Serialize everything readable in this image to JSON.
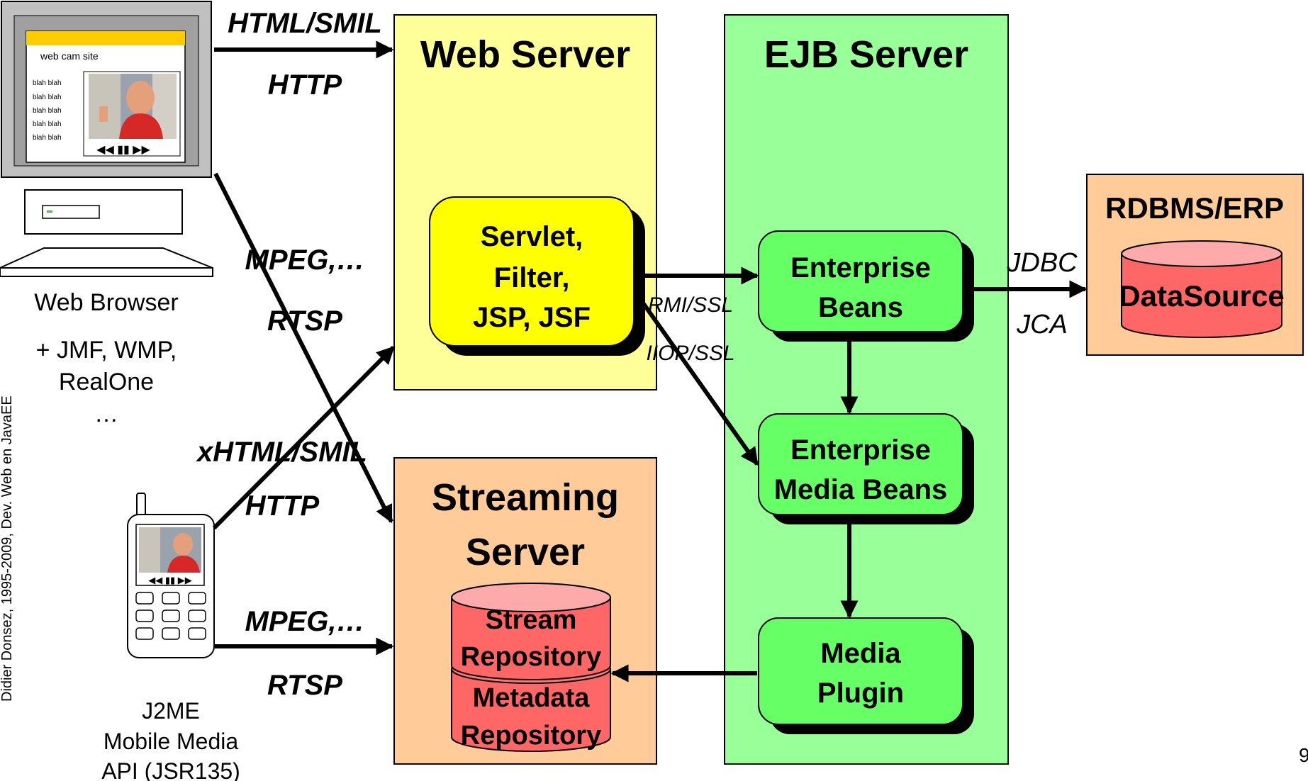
{
  "browser": {
    "site_title": "web cam site",
    "blah_lines": [
      "blah blah",
      "blah blah",
      "blah blah",
      "blah blah",
      "blah blah"
    ],
    "label": "Web Browser",
    "plugins_line1": "+ JMF, WMP,",
    "plugins_line2": "RealOne",
    "plugins_line3": "…"
  },
  "mobile": {
    "label_line1": "J2ME",
    "label_line2": "Mobile Media",
    "label_line3": "API (JSR135)"
  },
  "side_credit": "Didier Donsez, 1995-2009, Dev. Web en JavaEE",
  "page_number": "9",
  "connections": {
    "browser_web_protocol": "HTML/SMIL",
    "browser_web_transport": "HTTP",
    "browser_stream_protocol": "MPEG,…",
    "browser_stream_transport": "RTSP",
    "mobile_web_protocol": "xHTML/SMIL",
    "mobile_web_transport": "HTTP",
    "mobile_stream_protocol": "MPEG,…",
    "mobile_stream_transport": "RTSP",
    "servlet_ejb_1": "RMI/SSL",
    "servlet_ejb_2": "IIOP/SSL",
    "ejb_db_1": "JDBC",
    "ejb_db_2": "JCA"
  },
  "web_server": {
    "title": "Web Server",
    "component_lines": [
      "Servlet,",
      "Filter,",
      "JSP, JSF"
    ]
  },
  "streaming_server": {
    "title_line1": "Streaming",
    "title_line2": "Server",
    "repo1_line1": "Stream",
    "repo1_line2": "Repository",
    "repo2_line1": "Metadata",
    "repo2_line2": "Repository"
  },
  "ejb_server": {
    "title": "EJB Server",
    "beans1_line1": "Enterprise",
    "beans1_line2": "Beans",
    "beans2_line1": "Enterprise",
    "beans2_line2": "Media Beans",
    "plugin_line1": "Media",
    "plugin_line2": "Plugin"
  },
  "rdbms": {
    "title": "RDBMS/ERP",
    "datasource": "DataSource"
  },
  "colors": {
    "web_server_bg": "#ffff99",
    "ejb_server_bg": "#99ff99",
    "streaming_bg": "#ffcc99",
    "rdbms_bg": "#ffcc99",
    "servlet_box": "#ffff00",
    "bean_box": "#66ff66",
    "cylinder": "#ff6666",
    "cylinder_top": "#ffaaaa",
    "browser_header": "#ffcc00"
  }
}
